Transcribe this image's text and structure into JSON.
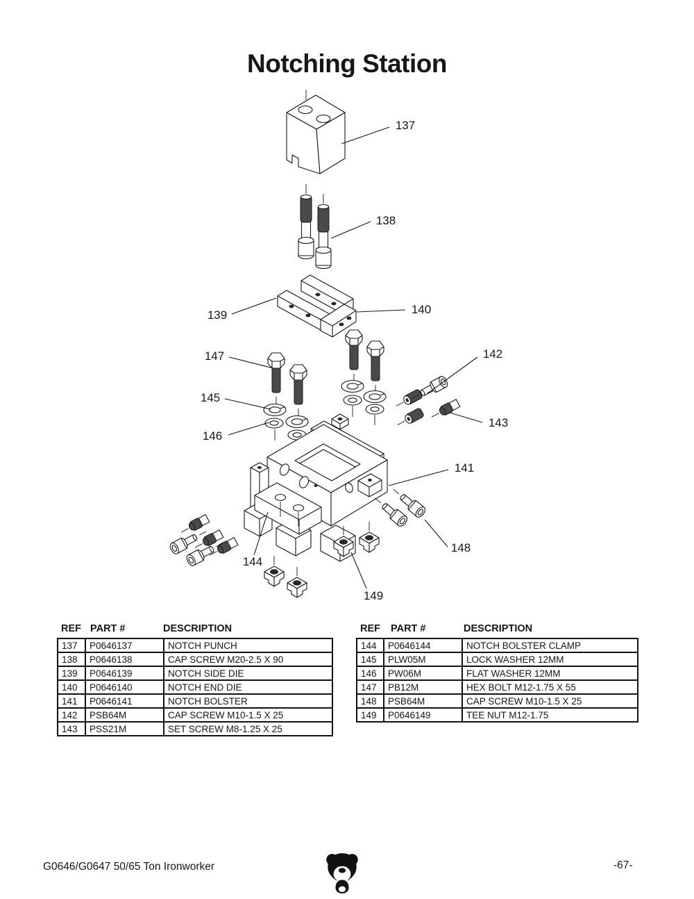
{
  "page": {
    "title": "Notching Station",
    "footer": {
      "model_text": "G0646/G0647 50/65 Ton Ironworker",
      "page_number": "-67-",
      "logo_icon": "grizzly-bear-logo"
    }
  },
  "diagram": {
    "labels": [
      {
        "text": "137"
      },
      {
        "text": "138"
      },
      {
        "text": "139"
      },
      {
        "text": "140"
      },
      {
        "text": "141"
      },
      {
        "text": "142"
      },
      {
        "text": "143"
      },
      {
        "text": "144"
      },
      {
        "text": "145"
      },
      {
        "text": "146"
      },
      {
        "text": "147"
      },
      {
        "text": "148"
      },
      {
        "text": "149"
      }
    ]
  },
  "tables": {
    "headers": {
      "ref": "REF",
      "part": "PART #",
      "description": "DESCRIPTION"
    },
    "left": {
      "rows": [
        {
          "ref": "137",
          "part": "P0646137",
          "desc": "NOTCH PUNCH"
        },
        {
          "ref": "138",
          "part": "P0646138",
          "desc": "CAP SCREW M20-2.5 X 90"
        },
        {
          "ref": "139",
          "part": "P0646139",
          "desc": "NOTCH SIDE DIE"
        },
        {
          "ref": "140",
          "part": "P0646140",
          "desc": "NOTCH END DIE"
        },
        {
          "ref": "141",
          "part": "P0646141",
          "desc": "NOTCH BOLSTER"
        },
        {
          "ref": "142",
          "part": "PSB64M",
          "desc": "CAP SCREW M10-1.5 X 25"
        },
        {
          "ref": "143",
          "part": "PSS21M",
          "desc": "SET SCREW M8-1.25 X 25"
        }
      ]
    },
    "right": {
      "rows": [
        {
          "ref": "144",
          "part": "P0646144",
          "desc": "NOTCH BOLSTER CLAMP"
        },
        {
          "ref": "145",
          "part": "PLW05M",
          "desc": "LOCK WASHER 12MM"
        },
        {
          "ref": "146",
          "part": "PW06M",
          "desc": "FLAT WASHER 12MM"
        },
        {
          "ref": "147",
          "part": "PB12M",
          "desc": "HEX BOLT M12-1.75 X 55"
        },
        {
          "ref": "148",
          "part": "PSB64M",
          "desc": "CAP SCREW M10-1.5 X 25"
        },
        {
          "ref": "149",
          "part": "P0646149",
          "desc": "TEE NUT M12-1.75"
        }
      ]
    }
  },
  "colors": {
    "ink": "#161616",
    "paper": "#ffffff",
    "thread_fill": "#4a4a4a"
  }
}
